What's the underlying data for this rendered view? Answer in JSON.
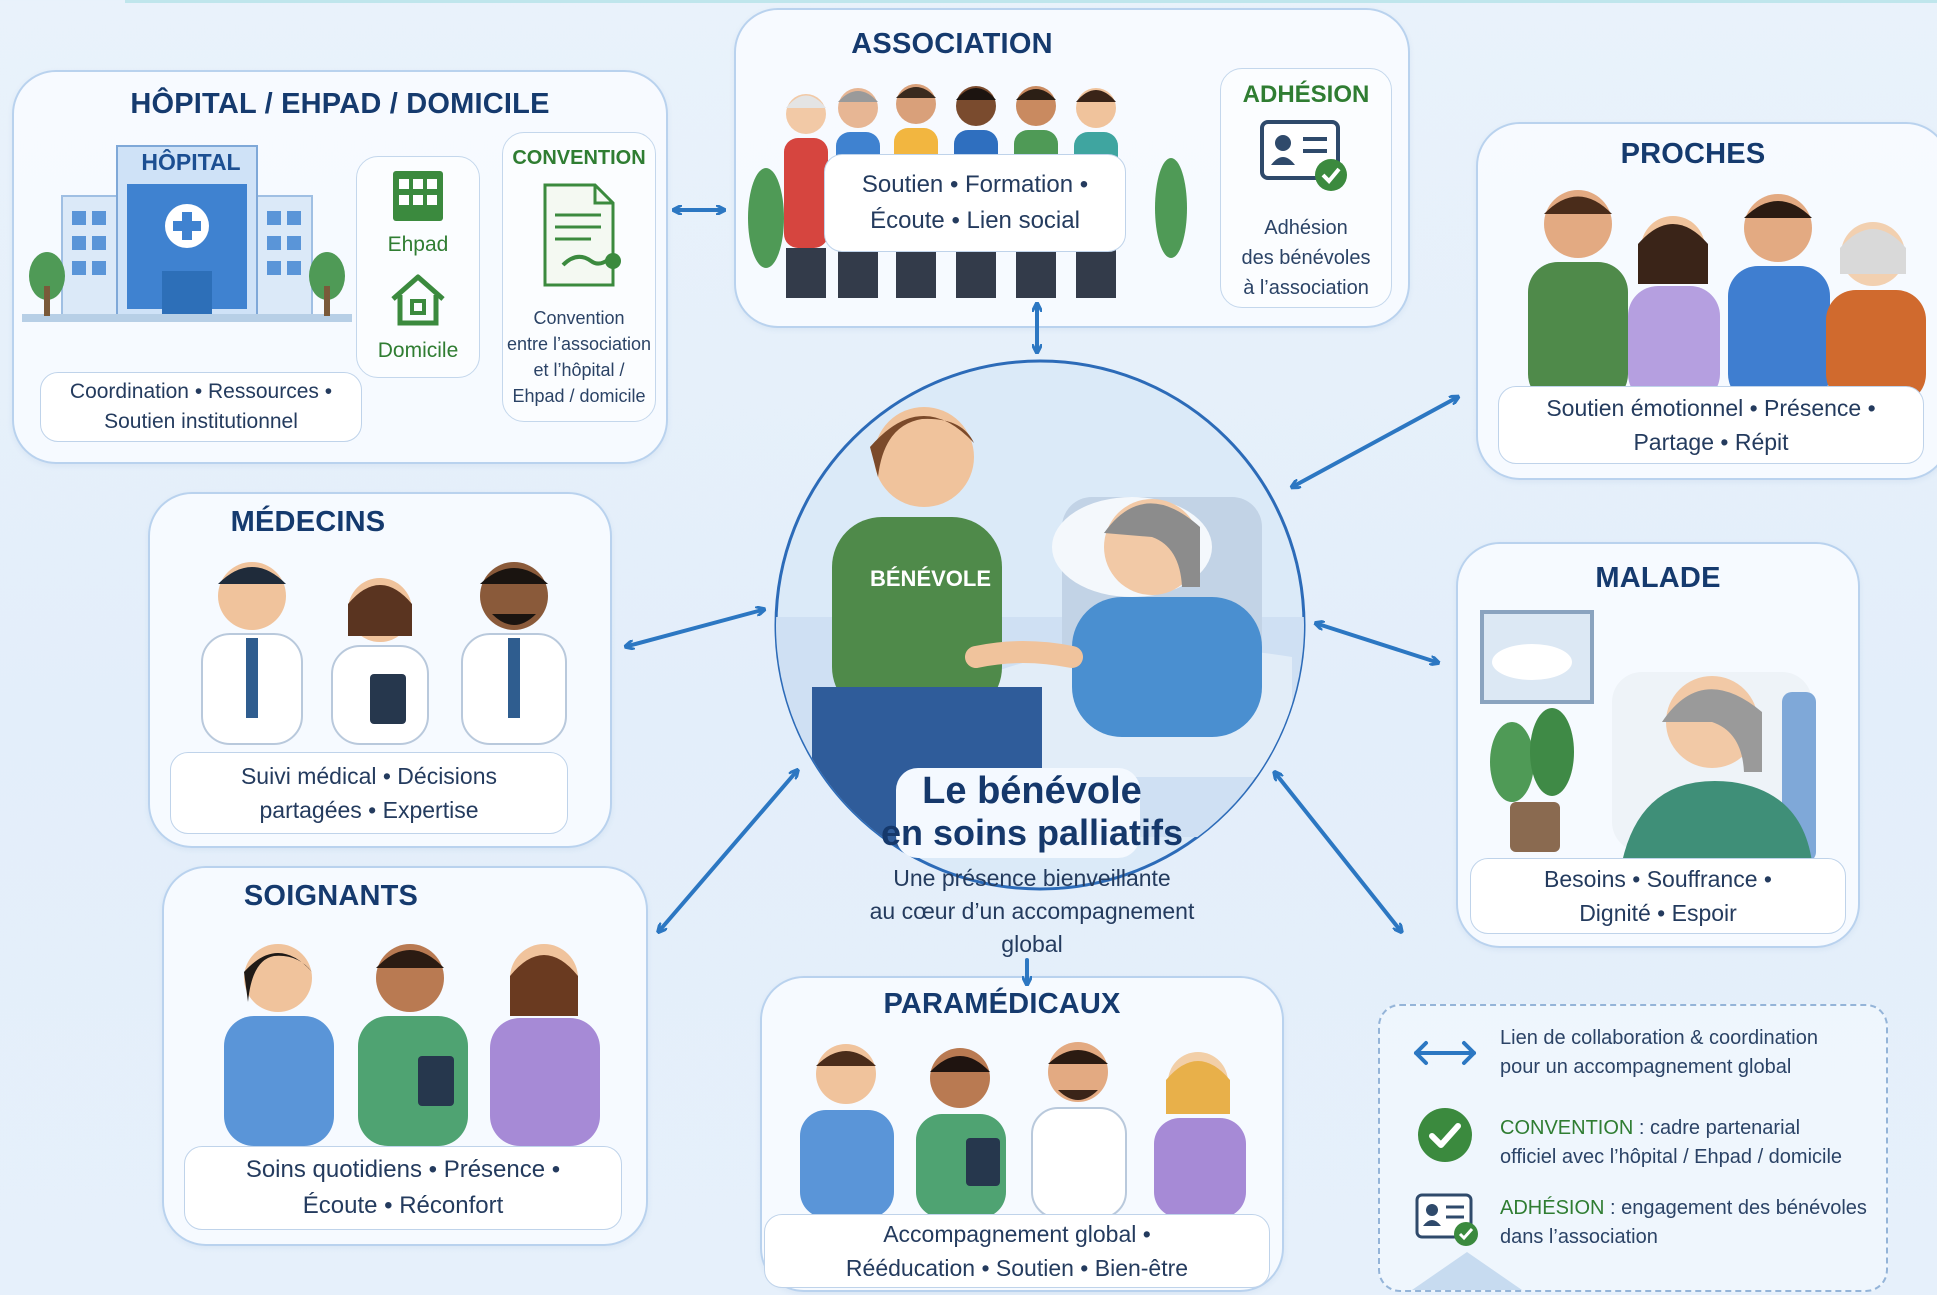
{
  "hopital": {
    "title": "HÔPITAL / EHPAD / DOMICILE",
    "building_label": "HÔPITAL",
    "ehpad_label": "Ehpad",
    "domicile_label": "Domicile",
    "convention_title": "CONVENTION",
    "convention_line1": "Convention",
    "convention_line2": "entre l’association",
    "convention_line3": "et l’hôpital /",
    "convention_line4": "Ehpad / domicile",
    "caption_line1": "Coordination • Ressources •",
    "caption_line2": "Soutien institutionnel"
  },
  "association": {
    "title": "ASSOCIATION",
    "caption_line1": "Soutien • Formation •",
    "caption_line2": "Écoute • Lien social",
    "adhesion_title": "ADHÉSION",
    "adhesion_line1": "Adhésion",
    "adhesion_line2": "des bénévoles",
    "adhesion_line3": "à l’association"
  },
  "proches": {
    "title": "PROCHES",
    "caption_line1": "Soutien émotionnel • Présence •",
    "caption_line2": "Partage • Répit"
  },
  "medecins": {
    "title": "MÉDECINS",
    "caption_line1": "Suivi médical • Décisions",
    "caption_line2": "partagées • Expertise"
  },
  "center": {
    "shirt_label": "BÉNÉVOLE",
    "title_line1": "Le bénévole",
    "title_line2": "en soins palliatifs",
    "subtitle_line1": "Une présence bienveillante",
    "subtitle_line2": "au cœur d’un accompagnement",
    "subtitle_line3": "global"
  },
  "malade": {
    "title": "MALADE",
    "caption_line1": "Besoins • Souffrance •",
    "caption_line2": "Dignité • Espoir"
  },
  "soignants": {
    "title": "SOIGNANTS",
    "caption_line1": "Soins quotidiens • Présence •",
    "caption_line2": "Écoute • Réconfort"
  },
  "paramedicaux": {
    "title": "PARAMÉDICAUX",
    "caption_line1": "Accompagnement global •",
    "caption_line2": "Rééducation • Soutien • Bien-être"
  },
  "legend": {
    "item1_line1": "Lien de collaboration & coordination",
    "item1_line2": "pour un accompagnement global",
    "item2_key": "CONVENTION",
    "item2_rest": " : cadre partenarial",
    "item2_line2": "officiel avec l’hôpital / Ehpad / domicile",
    "item3_key": "ADHÉSION",
    "item3_rest": " : engagement des bénévoles",
    "item3_line2": "dans l’association"
  },
  "colors": {
    "accent_blue": "#2c77c2",
    "title_navy": "#153a6e",
    "green": "#2f7d32",
    "volunteer_shirt": "#4f8a4a",
    "patient_gown": "#4a8fd0"
  }
}
